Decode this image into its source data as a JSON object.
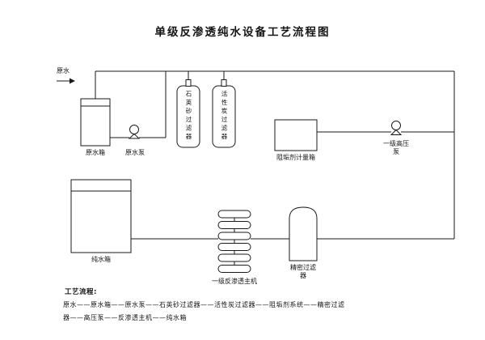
{
  "title": "单级反渗透纯水设备工艺流程图",
  "inlet_label": "原水",
  "equipment": {
    "raw_water_tank": "原水箱",
    "raw_water_pump": "原水泵",
    "quartz_sand_filter": "石英砂过滤器",
    "activated_carbon_filter": "活性炭过滤器",
    "antiscalant_tank": "阻垢剂计量箱",
    "high_pressure_pump": {
      "line1": "一级高压",
      "line2": "泵"
    },
    "precision_filter": {
      "line1": "精密过滤",
      "line2": "器"
    },
    "ro_unit": "一级反渗透主机",
    "pure_water_tank": "纯水箱"
  },
  "legend": {
    "heading": "工艺流程:",
    "line1": "原水——原水箱——原水泵——石英砂过滤器——活性炭过滤器——阻垢剂系统——精密过滤",
    "line2": "器——高压泵——反渗透主机——纯水箱"
  },
  "colors": {
    "line": "#1a1a1a",
    "background": "#ffffff"
  }
}
